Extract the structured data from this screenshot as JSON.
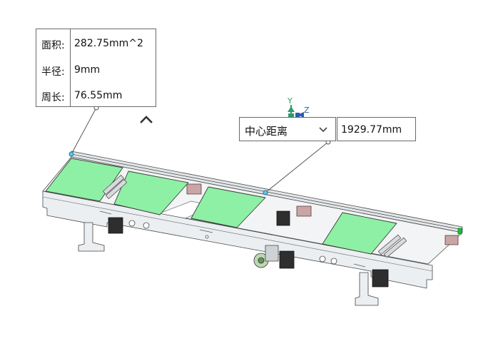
{
  "measure_callout": {
    "rows": [
      {
        "label": "面积:",
        "value": "282.75mm^2"
      },
      {
        "label": "半径:",
        "value": "9mm"
      },
      {
        "label": "周长:",
        "value": "76.55mm"
      }
    ]
  },
  "distance_callout": {
    "mode_selected": "中心距离",
    "value": "1929.77mm"
  },
  "triad": {
    "y_label": "Y",
    "z_label": "Z"
  },
  "colors": {
    "selected_face": "#8ef0a4",
    "frame_fill": "#eceff1",
    "frame_line": "#4a4a4a",
    "leader": "#555555",
    "triad_y": "#2e9d6b",
    "triad_z": "#2a5fb0"
  },
  "icons": {
    "collapse": "chevron-up-icon",
    "dropdown": "chevron-down-icon"
  }
}
